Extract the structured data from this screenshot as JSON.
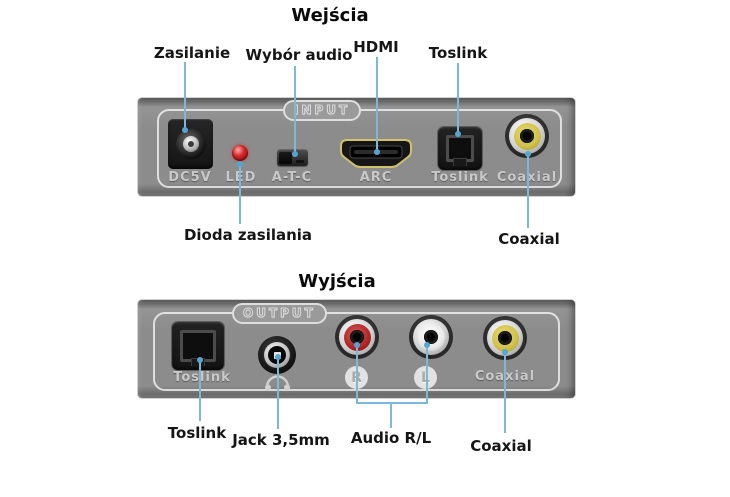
{
  "colors": {
    "leader_line": "#7cb8d8",
    "panel_gray": "#8c8c8c",
    "led_red": "#d42a2a",
    "rca_yellow": "#cfc04a",
    "rca_red": "#b02525",
    "rca_white": "#e9e9e9",
    "hdmi_gold": "#cfc26a",
    "label_on_panel": "#c9c9c9",
    "text_dark": "#151515"
  },
  "input_section": {
    "title": "Wejścia",
    "panel_badge": "INPUT",
    "callouts": {
      "power": "Zasilanie",
      "audio_select": "Wybór audio",
      "hdmi": "HDMI",
      "toslink": "Toslink",
      "power_led": "Dioda zasilania",
      "coaxial": "Coaxial"
    },
    "port_labels": {
      "dc5v": "DC5V",
      "led": "LED",
      "atc": "A-T-C",
      "arc": "ARC",
      "toslink": "Toslink",
      "coaxial": "Coaxial"
    }
  },
  "output_section": {
    "title": "Wyjścia",
    "panel_badge": "OUTPUT",
    "port_labels": {
      "toslink": "Toslink",
      "right": "R",
      "left": "L",
      "coaxial": "Coaxial"
    },
    "callouts": {
      "toslink": "Toslink",
      "jack": "Jack 3,5mm",
      "audio_rl": "Audio R/L",
      "coaxial": "Coaxial"
    }
  }
}
